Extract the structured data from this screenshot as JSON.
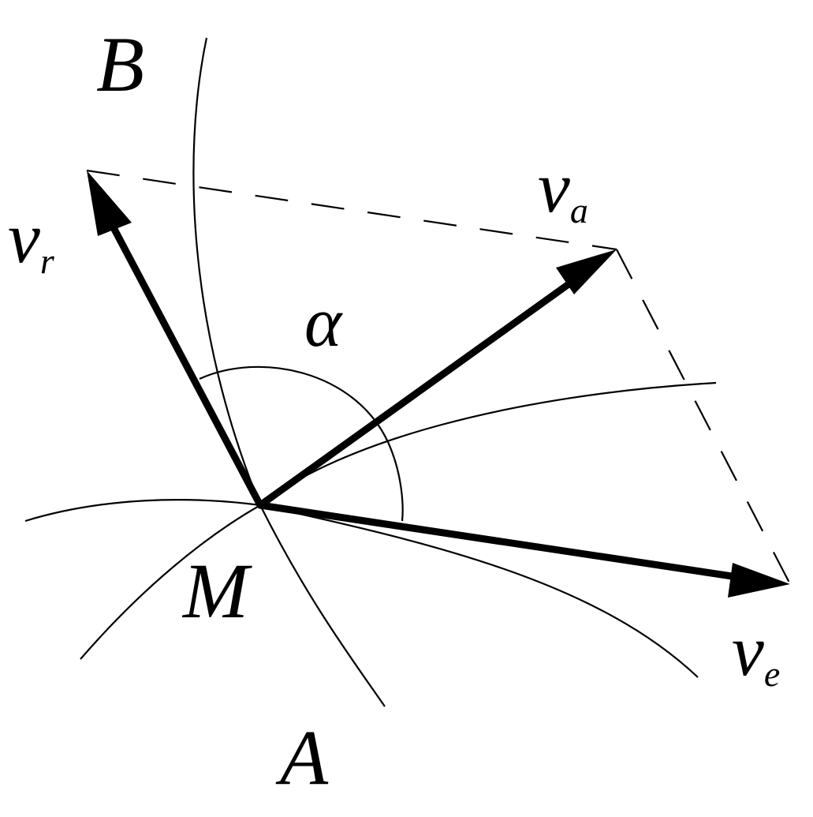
{
  "labels": {
    "point_B": "B",
    "point_A": "A",
    "point_M": "M",
    "angle": "α",
    "v_r": {
      "main": "v",
      "sub": "r"
    },
    "v_a": {
      "main": "v",
      "sub": "a"
    },
    "v_e": {
      "main": "v",
      "sub": "e"
    }
  },
  "colors": {
    "ink": "#000000",
    "background": "#ffffff"
  }
}
